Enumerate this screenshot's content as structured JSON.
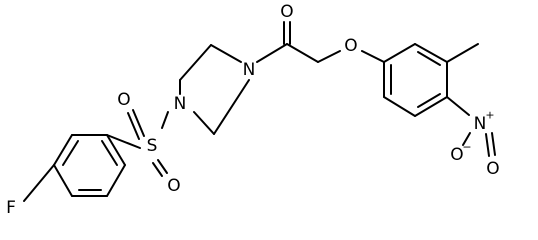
{
  "atoms": {
    "O_carbonyl": "O",
    "N_amide": "N",
    "N_sulfonyl": "N",
    "O_ether": "O",
    "S": "S",
    "O_s1": "O",
    "O_s2": "O",
    "F": "F",
    "N_nitro": "N",
    "N_nitro_charge": "+",
    "O_nitro1": "O",
    "O_nitro1_charge": "−",
    "O_nitro2": "O"
  },
  "colors": {
    "bond": "#000000",
    "label": "#000000",
    "background": "#ffffff"
  }
}
